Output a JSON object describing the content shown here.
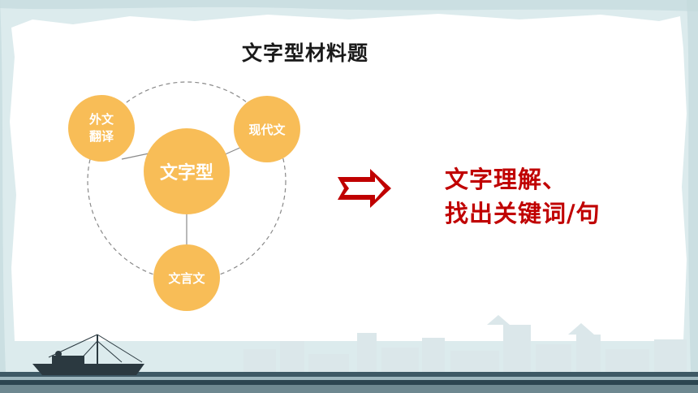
{
  "slide": {
    "title": "文字型材料题",
    "center_node": "文字型",
    "nodes": {
      "left": "外文\n翻译",
      "right": "现代文",
      "bottom": "文言文"
    },
    "result_lines": [
      "文字理解、",
      "找出关键词/句"
    ]
  },
  "colors": {
    "node_fill": "#f8bd57",
    "result_text": "#c00000",
    "arrow": "#c00000",
    "border": "#cfe3e6",
    "skyline": "#dde9ec",
    "water": "#2c4550",
    "boat": "#2b3940"
  },
  "icons": [
    "double-arrow-right-icon",
    "sailboat-icon",
    "city-skyline-icon"
  ]
}
